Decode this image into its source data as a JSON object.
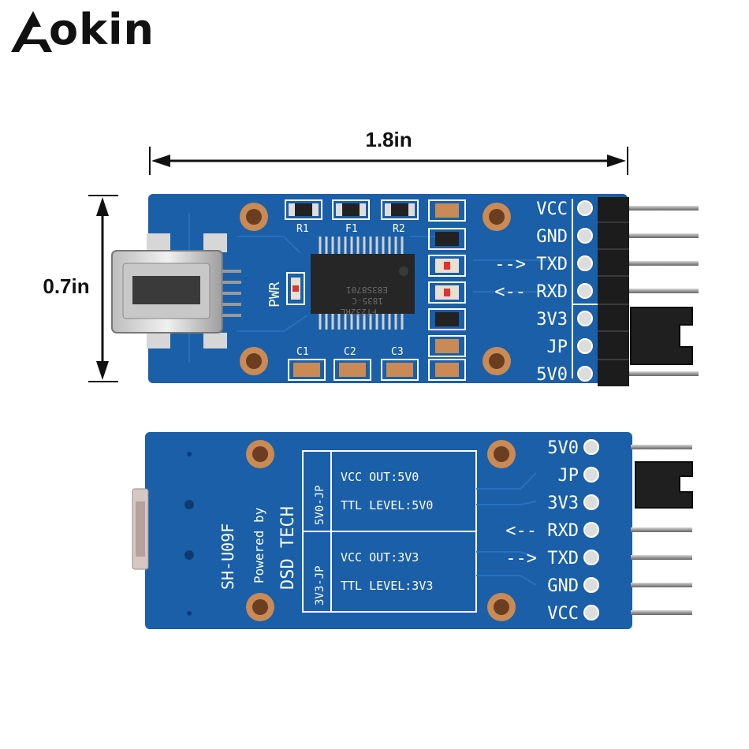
{
  "brand": {
    "name": "okin"
  },
  "dimensions": {
    "width": "1.8in",
    "height": "0.7in"
  },
  "front_board": {
    "pins": [
      "VCC",
      "GND",
      "--> TXD",
      "<-- RXD",
      "3V3",
      "JP",
      "5V0"
    ],
    "chip_markings": [
      "FT232RL",
      "1835-C",
      "E83S8701"
    ],
    "designators": {
      "r1": "R1",
      "f1": "F1",
      "r2": "R2",
      "c1": "C1",
      "c2": "C2",
      "c3": "C3",
      "pwr": "PWR"
    }
  },
  "back_board": {
    "pins": [
      "5V0",
      "JP",
      "3V3",
      "<-- RXD",
      "--> TXD",
      "GND",
      "VCC"
    ],
    "model": "SH-U09F",
    "powered_by": "Powered by",
    "maker": "DSD TECH",
    "jp_5v0": "5V0-JP",
    "jp_3v3": "3V3-JP",
    "row_5v0_vcc": "VCC OUT:5V0",
    "row_5v0_ttl": "TTL LEVEL:5V0",
    "row_3v3_vcc": "VCC OUT:3V3",
    "row_3v3_ttl": "TTL LEVEL:3V3"
  },
  "colors": {
    "pcb_blue": "#1a5fa8",
    "silkscreen": "#ffffff",
    "pad_copper": "#c98a55"
  }
}
